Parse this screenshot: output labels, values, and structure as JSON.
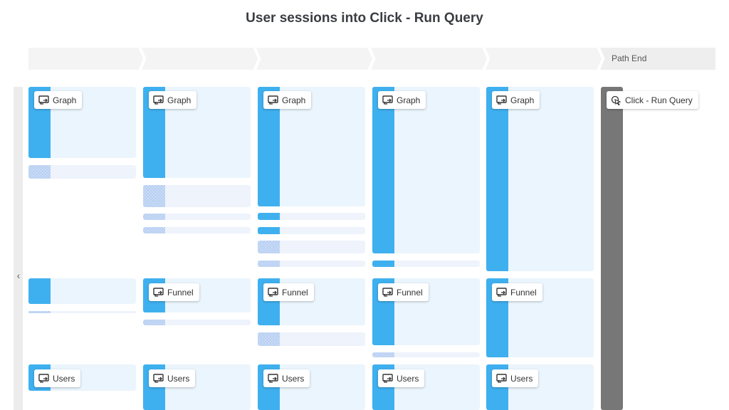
{
  "title": "User sessions into Click - Run Query",
  "path_end_label": "Path End",
  "nodes": {
    "graph": "Graph",
    "funnel": "Funnel",
    "users": "Users",
    "click_run_query": "Click - Run Query"
  },
  "icons": {
    "page": "page-view-icon",
    "click": "click-cursor-icon",
    "back": "chevron-left-icon"
  },
  "colors": {
    "node_bar": "#3fb0ef",
    "node_bg": "#ebf5fd",
    "path_end_bar": "#777777"
  }
}
